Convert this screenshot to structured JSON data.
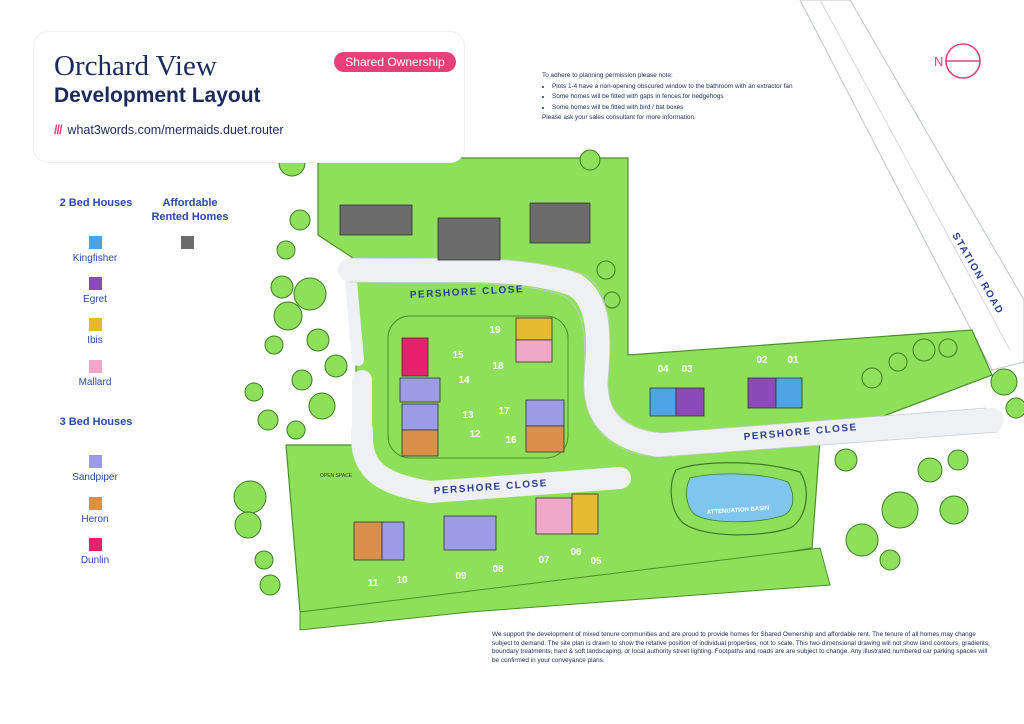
{
  "header": {
    "title": "Orchard View",
    "subtitle": "Development Layout",
    "tag": "Shared Ownership",
    "w3w_slashes": "///",
    "w3w_address": "what3words.com/mermaids.duet.router"
  },
  "notes": {
    "intro": "To adhere to planning permission please note:",
    "items": [
      "Plots 1-4 have a non-opening obscured window to the bathroom with an extractor fan",
      "Some homes will be fitted with gaps in fences for hedgehogs",
      "Some homes will be fitted with bird / bat boxes"
    ],
    "outro": "Please ask your sales consultant for more information."
  },
  "legend": {
    "two_bed_heading": "2 Bed Houses",
    "affordable_heading": "Affordable Rented Homes",
    "three_bed_heading": "3 Bed Houses",
    "two_bed": [
      {
        "label": "Kingfisher",
        "color": "#4da3e6"
      },
      {
        "label": "Egret",
        "color": "#8a4bb8"
      },
      {
        "label": "Ibis",
        "color": "#e6b92e"
      },
      {
        "label": "Mallard",
        "color": "#f2a6c8"
      }
    ],
    "three_bed": [
      {
        "label": "Sandpiper",
        "color": "#9b9be6"
      },
      {
        "label": "Heron",
        "color": "#d9914a"
      },
      {
        "label": "Dunlin",
        "color": "#e8216f"
      }
    ],
    "affordable_color": "#6b6b6b"
  },
  "map": {
    "compass": "N",
    "roads": [
      "PERSHORE CLOSE",
      "PERSHORE CLOSE",
      "PERSHORE CLOSE",
      "STATION ROAD"
    ],
    "open_space": "OPEN SPACE",
    "basin": "ATTENUATION BASIN",
    "plots": [
      "01",
      "02",
      "03",
      "04",
      "05",
      "06",
      "07",
      "08",
      "09",
      "10",
      "11",
      "12",
      "13",
      "14",
      "15",
      "16",
      "17",
      "18",
      "19"
    ],
    "colors": {
      "grass": "#8ee05a",
      "grass_dark": "#6cc83e",
      "road": "#eef0f3",
      "water": "#7fc6ef"
    }
  },
  "footer": "We support the development of mixed tenure communities and are proud to provide homes for Shared Ownership and affordable rent. The tenure of all homes may change subject to demand. The site plan is drawn to show the relative position of individual properties, not to scale. This two-dimensional drawing will not show land contours, gradients, boundary treatments, hard & soft landscaping, or local authority street lighting. Footpaths and roads are are subject to change. Any illustrated numbered car parking spaces will be confirmed in your conveyance plans."
}
